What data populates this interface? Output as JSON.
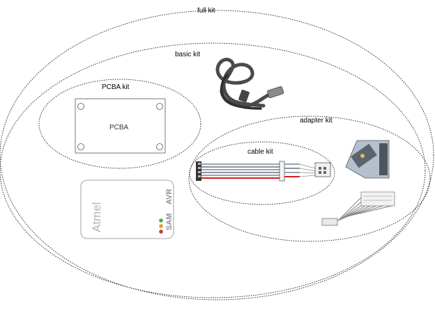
{
  "kits": {
    "full": "full kit",
    "basic": "basic kit",
    "pcba": "PCBA kit",
    "adapter": "adapter kit",
    "cable": "cable kit"
  },
  "pcba_board": {
    "label": "PCBA"
  },
  "debugger": {
    "brand": "Atmel",
    "model_avr": "AVR",
    "model_sam": "SAM",
    "led_colors": [
      "#3cb043",
      "#e89b1c",
      "#c0392b"
    ]
  },
  "colors": {
    "ribbon_red": "#d22020",
    "ribbon_gray": "#9aa3b0",
    "adapter_fill": "#b4c0cc"
  }
}
